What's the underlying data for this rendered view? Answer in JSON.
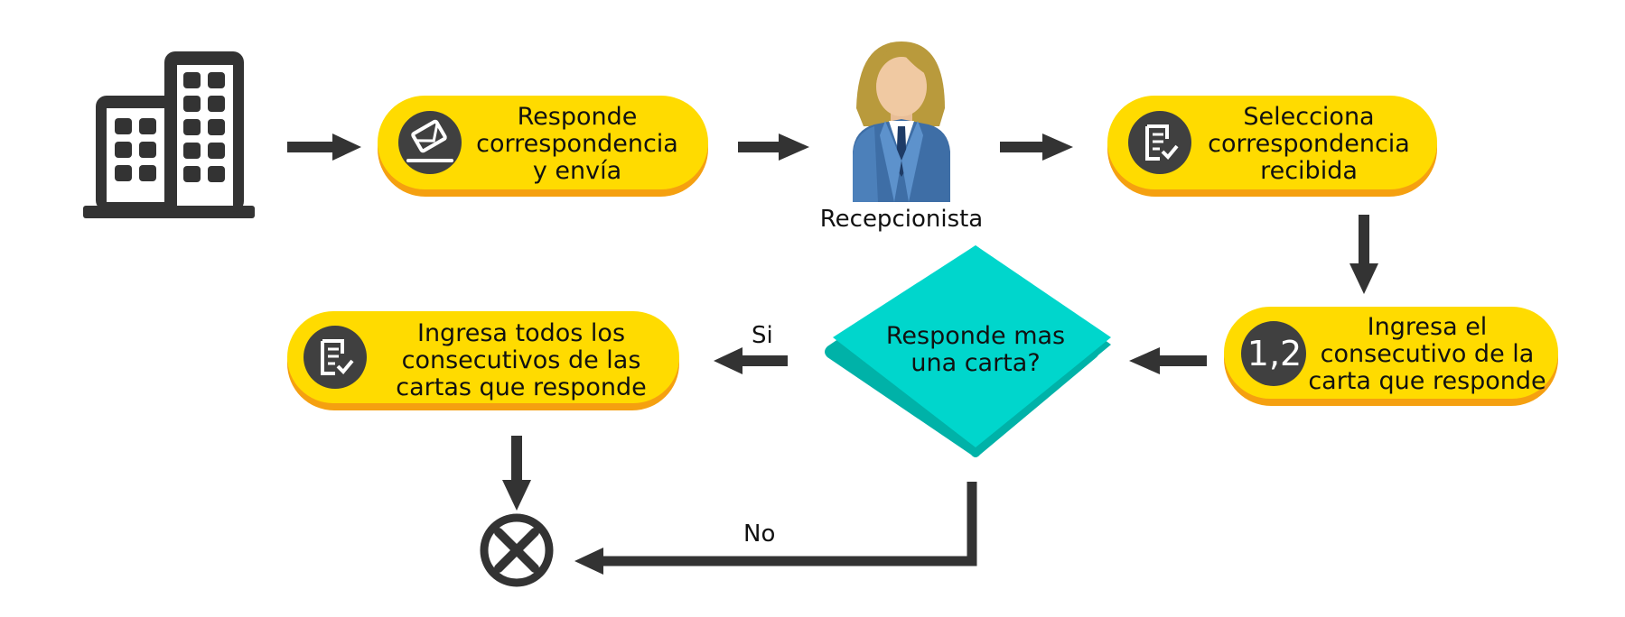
{
  "steps": {
    "responde": {
      "lines": [
        "Responde",
        "correspondencia",
        "y envía"
      ],
      "icon": "envelope-icon"
    },
    "selecciona": {
      "lines": [
        "Selecciona",
        "correspondencia",
        "recibida"
      ],
      "icon": "document-check-icon"
    },
    "ingresa_consecutivo": {
      "lines": [
        "Ingresa el",
        "consecutivo de la",
        "carta que responde"
      ],
      "badge": "1,2"
    },
    "ingresa_todos": {
      "lines": [
        "Ingresa todos los",
        "consecutivos de las",
        "cartas que responde"
      ],
      "icon": "document-check-icon"
    }
  },
  "decision": {
    "lines": [
      "Responde mas",
      "una carta?"
    ]
  },
  "actor": {
    "label": "Recepcionista",
    "icon": "receptionist-icon"
  },
  "start": {
    "icon": "building-icon"
  },
  "end": {
    "icon": "end-cross-icon"
  },
  "branches": {
    "yes": "Si",
    "no": "No"
  },
  "colors": {
    "pill": "#FFDB00",
    "pill_shadow": "#F5A010",
    "decision": "#00D6CC",
    "decision_shadow": "#00B2A8",
    "dark": "#333333"
  }
}
